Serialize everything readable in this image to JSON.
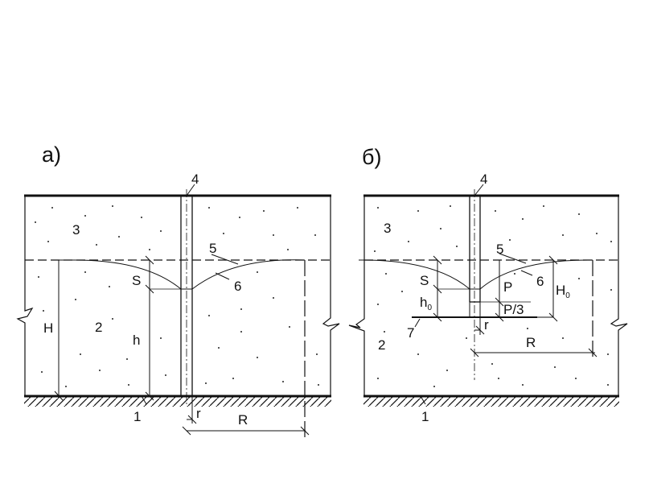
{
  "diagram_a": {
    "title": "а)",
    "labels": {
      "well": "4",
      "zone_above": "3",
      "water_level_line": "5",
      "depression_curve": "6",
      "aquifer": "2",
      "aquiclude": "1",
      "drawdown": "S",
      "total_head": "H",
      "well_head": "h",
      "radius_well": "r",
      "radius_influence": "R"
    }
  },
  "diagram_b": {
    "title": "б)",
    "labels": {
      "well": "4",
      "zone_above": "3",
      "water_level_line": "5",
      "depression_curve": "6",
      "aquifer": "2",
      "aquiclude": "1",
      "filter_bottom": "7",
      "drawdown": "S",
      "h0_main": "h",
      "h0_sub": "0",
      "screen_length": "P",
      "third_screen": "P/3",
      "H0_main": "H",
      "H0_sub": "0",
      "radius_well": "r",
      "radius_influence": "R"
    }
  }
}
